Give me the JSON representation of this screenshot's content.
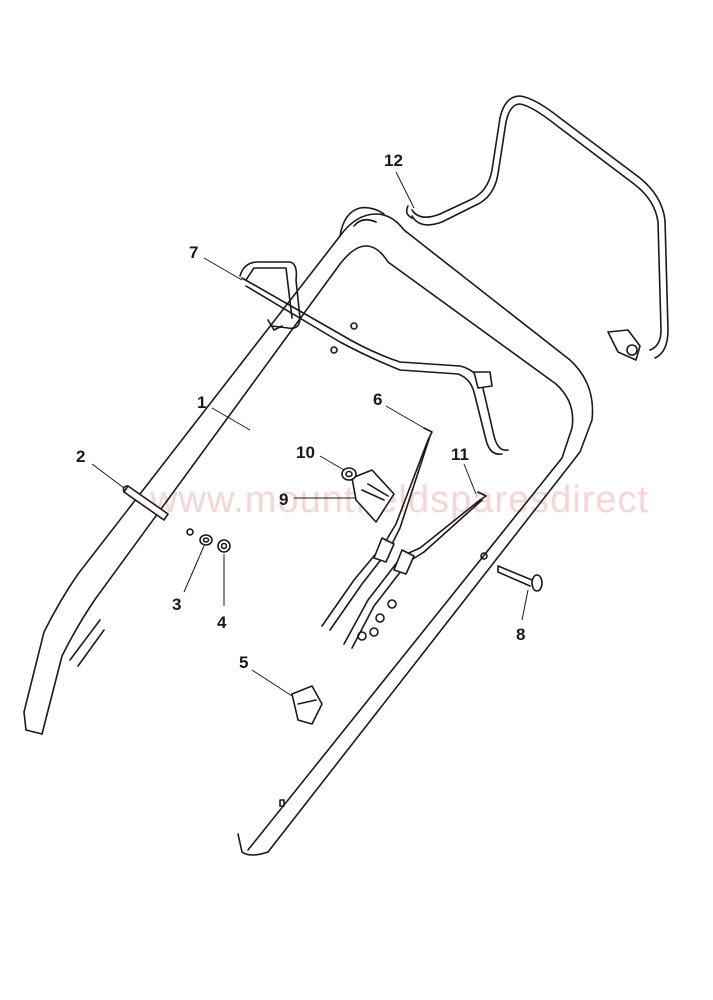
{
  "watermark": "www.mountfieldsparesdirect",
  "callouts": [
    "1",
    "2",
    "3",
    "4",
    "5",
    "6",
    "7",
    "8",
    "9",
    "10",
    "11",
    "12"
  ],
  "colors": {
    "line": "#1a1a1a",
    "watermark": "#f0b4b4",
    "background": "#ffffff"
  }
}
